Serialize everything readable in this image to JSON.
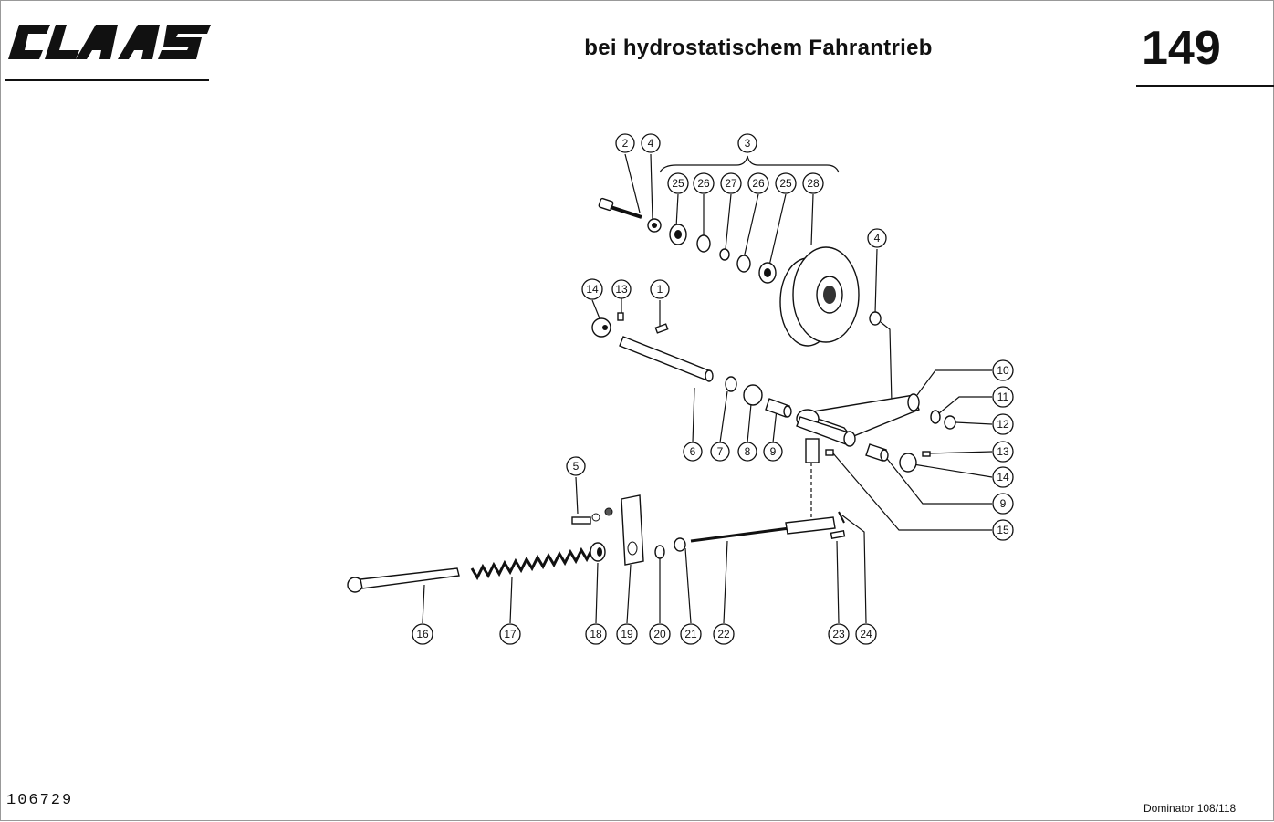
{
  "header": {
    "logo_text": "CLAAS",
    "title": "bei hydrostatischem Fahrantrieb",
    "page_number": "149"
  },
  "footer": {
    "doc_number": "106729",
    "model": "Dominator 108/118"
  },
  "callouts": {
    "c1": "1",
    "c2": "2",
    "c3": "3",
    "c4a": "4",
    "c4b": "4",
    "c5": "5",
    "c6": "6",
    "c7": "7",
    "c8": "8",
    "c9a": "9",
    "c9b": "9",
    "c10": "10",
    "c11": "11",
    "c12": "12",
    "c13a": "13",
    "c13b": "13",
    "c14a": "14",
    "c14b": "14",
    "c15": "15",
    "c16": "16",
    "c17": "17",
    "c18": "18",
    "c19": "19",
    "c20": "20",
    "c21": "21",
    "c22": "22",
    "c23": "23",
    "c24": "24",
    "c25a": "25",
    "c25b": "25",
    "c26a": "26",
    "c26b": "26",
    "c27": "27",
    "c28": "28"
  }
}
